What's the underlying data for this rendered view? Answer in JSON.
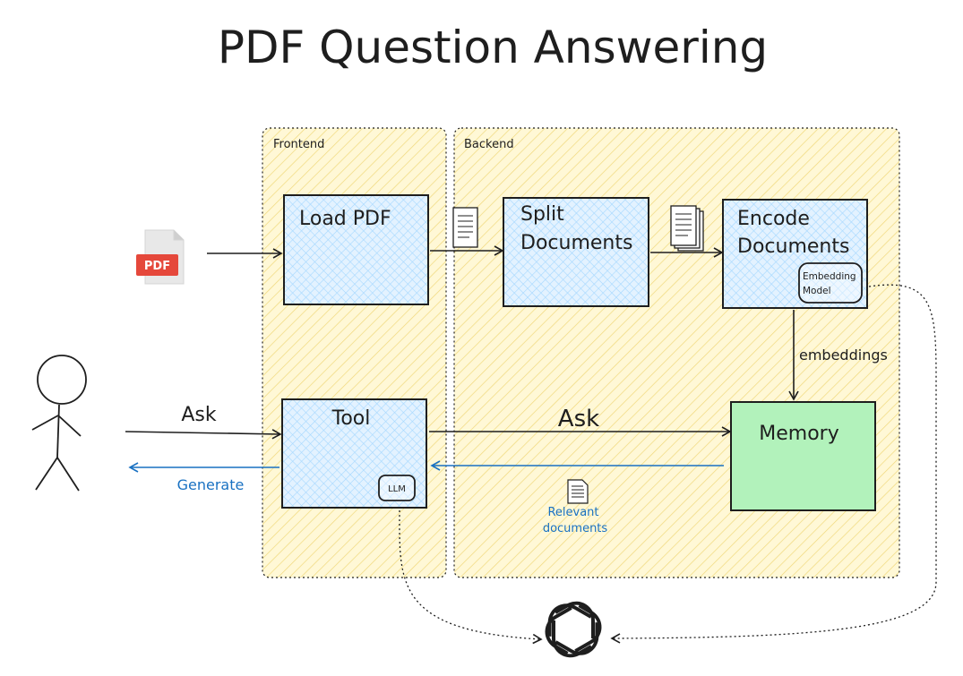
{
  "title": "PDF Question Answering",
  "zones": {
    "frontend": "Frontend",
    "backend": "Backend"
  },
  "boxes": {
    "load_pdf": "Load PDF",
    "split_line1": "Split",
    "split_line2": "Documents",
    "encode_line1": "Encode",
    "encode_line2": "Documents",
    "embedding_line1": "Embedding",
    "embedding_line2": "Model",
    "tool": "Tool",
    "llm": "LLM",
    "memory": "Memory"
  },
  "edges": {
    "ask_user": "Ask",
    "ask_tool": "Ask",
    "generate": "Generate",
    "embeddings": "embeddings",
    "relevant_line1": "Relevant",
    "relevant_line2": "documents"
  },
  "icons": {
    "pdf_file": "PDF",
    "pdf_file_icon": "pdf-file-icon",
    "document_icon": "document-icon",
    "documents_stack_icon": "documents-stack-icon",
    "user_icon": "stick-figure-icon",
    "openai_icon": "openai-logo-icon"
  },
  "colors": {
    "zone_fill": "#fff3bf",
    "zone_hatch": "#f2dc7a",
    "box_fill": "#d0ebff",
    "box_hatch": "#a5d8ff",
    "memory_fill": "#b2f2bb",
    "stroke": "#1e1e1e",
    "blue": "#1971c2",
    "pdf_red": "#e5483b"
  }
}
